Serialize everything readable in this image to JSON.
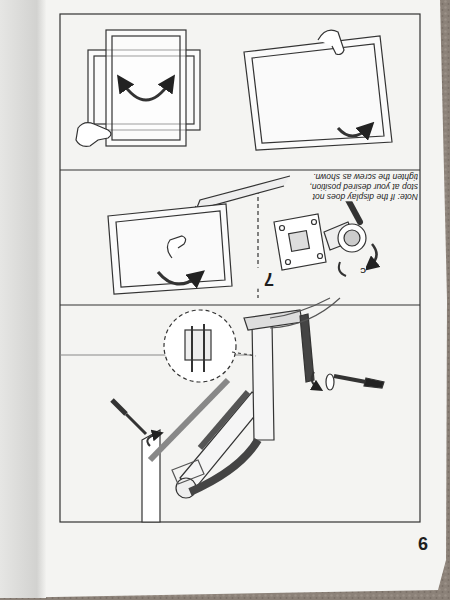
{
  "diagram": {
    "labels": [
      "Note: If the display does not stop at your desired position, tighten the screw as shown.",
      "7",
      "C",
      "6"
    ]
  }
}
